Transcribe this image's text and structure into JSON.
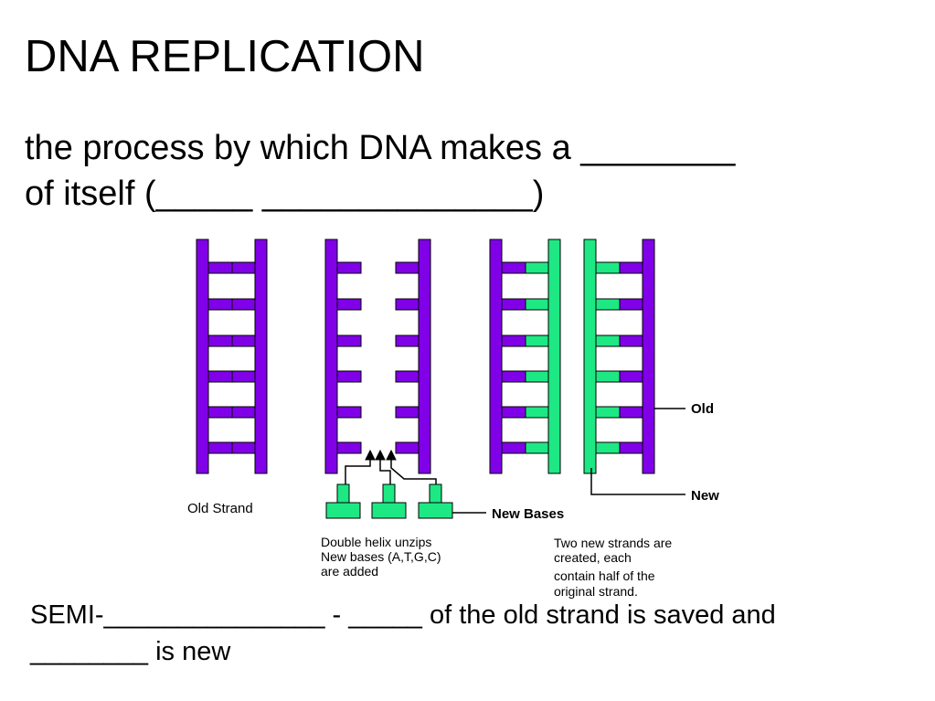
{
  "title": "DNA REPLICATION",
  "definition": {
    "line1": "the process by which DNA makes a ________",
    "line2": "of itself (_____ ______________)"
  },
  "diagram": {
    "labels": {
      "old_strand": "Old Strand",
      "old": "Old",
      "new": "New",
      "new_bases": "New Bases"
    },
    "caption_unzip": [
      "Double helix unzips",
      "New bases (A,T,G,C)",
      "are added"
    ],
    "caption_result": [
      "Two new strands are",
      "created, each",
      "contain half of the",
      "original strand."
    ],
    "colors": {
      "old": "#8000e8",
      "new": "#1ee884",
      "outline": "#000000"
    }
  },
  "summary": {
    "line1": "SEMI-_______________ - _____ of the old strand is saved and",
    "line2": "________ is new"
  }
}
